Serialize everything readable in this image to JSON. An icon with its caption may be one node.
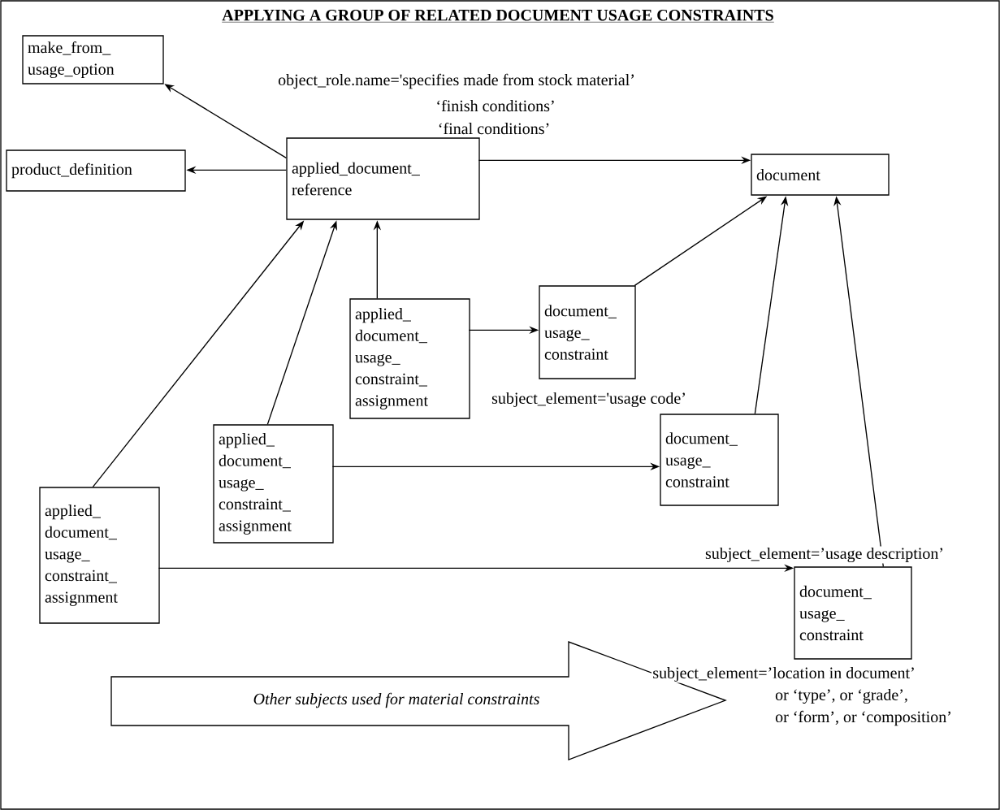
{
  "diagram": {
    "title": "APPLYING A GROUP OF RELATED DOCUMENT USAGE CONSTRAINTS",
    "nodes": [
      {
        "text": [
          "make_from_ usage_option"
        ]
      },
      {
        "text": [
          "product_definition"
        ]
      },
      {
        "text": [
          "applied_document_ reference"
        ]
      },
      {
        "text": [
          "document"
        ]
      },
      {
        "text": [
          "applied_ document_ usage_ constraint_ assignment"
        ]
      },
      {
        "text": [
          "document_ usage_ constraint"
        ]
      },
      {
        "text": [
          "applied_ document_ usage_ constraint_ assignment"
        ]
      },
      {
        "text": [
          "document_ usage_ constraint"
        ]
      },
      {
        "text": [
          "applied_ document_ usage_ constraint_ assignment"
        ]
      },
      {
        "text": [
          "document_ usage_ constraint"
        ]
      },
      {
        "text": [
          "Other subjects used for material constraints"
        ]
      }
    ],
    "edges": [
      {
        "from": 2,
        "to": 0,
        "arrow": "to"
      },
      {
        "from": 2,
        "to": 1,
        "arrow": "to"
      },
      {
        "from": 2,
        "to": 3,
        "arrow": "to"
      },
      {
        "from": 4,
        "to": 2,
        "arrow": "to"
      },
      {
        "from": 4,
        "to": 5,
        "arrow": "to"
      },
      {
        "from": 5,
        "to": 3,
        "arrow": "to"
      },
      {
        "from": 6,
        "to": 2,
        "arrow": "to"
      },
      {
        "from": 6,
        "to": 7,
        "arrow": "to"
      },
      {
        "from": 7,
        "to": 3,
        "arrow": "to"
      },
      {
        "from": 8,
        "to": 2,
        "arrow": "to"
      },
      {
        "from": 8,
        "to": 9,
        "arrow": "to"
      },
      {
        "from": 9,
        "to": 3,
        "arrow": "to"
      }
    ],
    "labels": [
      "object_role.name='specifies made from stock material’",
      "‘finish conditions’",
      "‘final conditions’",
      "subject_element='usage code’",
      "subject_element=’usage description’",
      "subject_element=’location in document’",
      "or ‘type’, or ‘grade’,",
      "or ‘form’, or ‘composition’"
    ]
  }
}
